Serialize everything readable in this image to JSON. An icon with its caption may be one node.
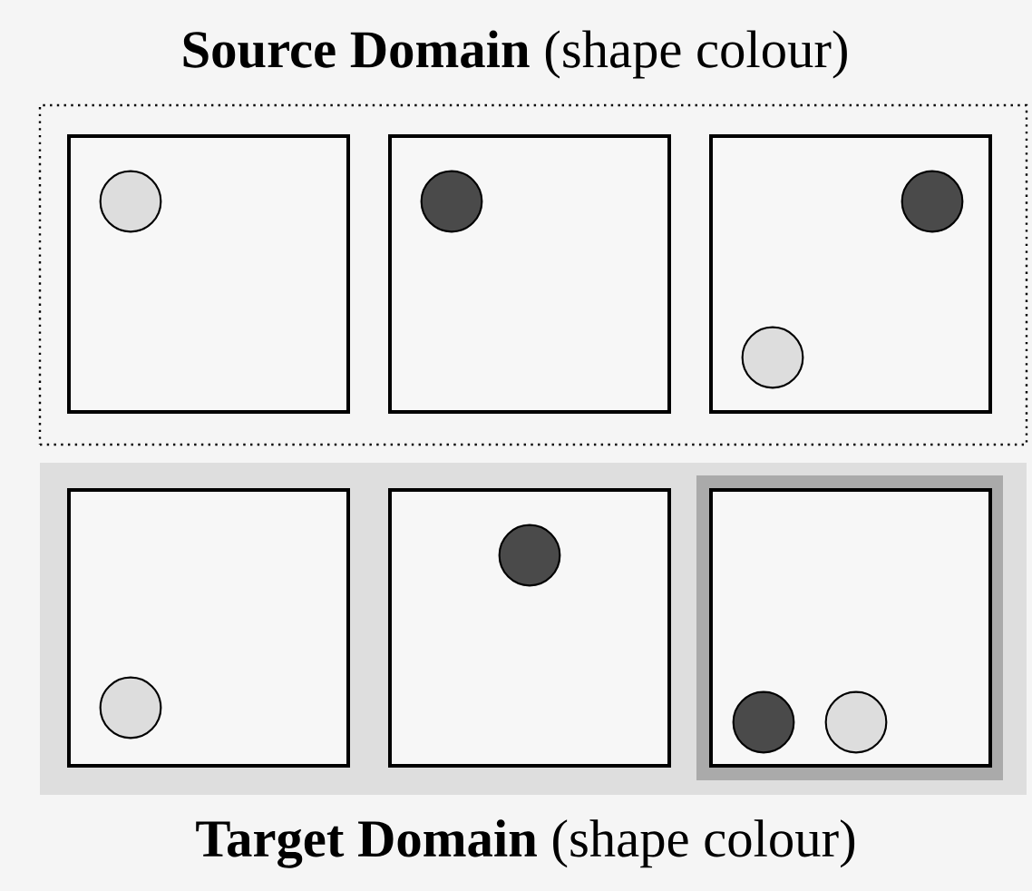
{
  "diagram": {
    "title": "**Source Domain** (shape colour)",
    "caption": "**Target Domain** (shape colour)",
    "nodes": [
      {
        "text": [],
        "shape": "box"
      },
      {
        "text": [],
        "shape": "box",
        "in": 0
      },
      {
        "text": [],
        "shape": "circle",
        "in": 1
      },
      {
        "text": [],
        "shape": "box",
        "in": 0
      },
      {
        "text": [],
        "shape": "circle",
        "in": 3
      },
      {
        "text": [],
        "shape": "box",
        "in": 0
      },
      {
        "text": [],
        "shape": "circle",
        "in": 5
      },
      {
        "text": [],
        "shape": "circle",
        "in": 5
      },
      {
        "text": [],
        "shape": "box"
      },
      {
        "text": [],
        "shape": "box",
        "in": 8
      },
      {
        "text": [],
        "shape": "circle",
        "in": 9
      },
      {
        "text": [],
        "shape": "box",
        "in": 8
      },
      {
        "text": [],
        "shape": "circle",
        "in": 11
      },
      {
        "text": [],
        "shape": "box",
        "in": 8
      },
      {
        "text": [],
        "shape": "circle",
        "in": 13
      },
      {
        "text": [],
        "shape": "circle",
        "in": 13
      }
    ]
  }
}
